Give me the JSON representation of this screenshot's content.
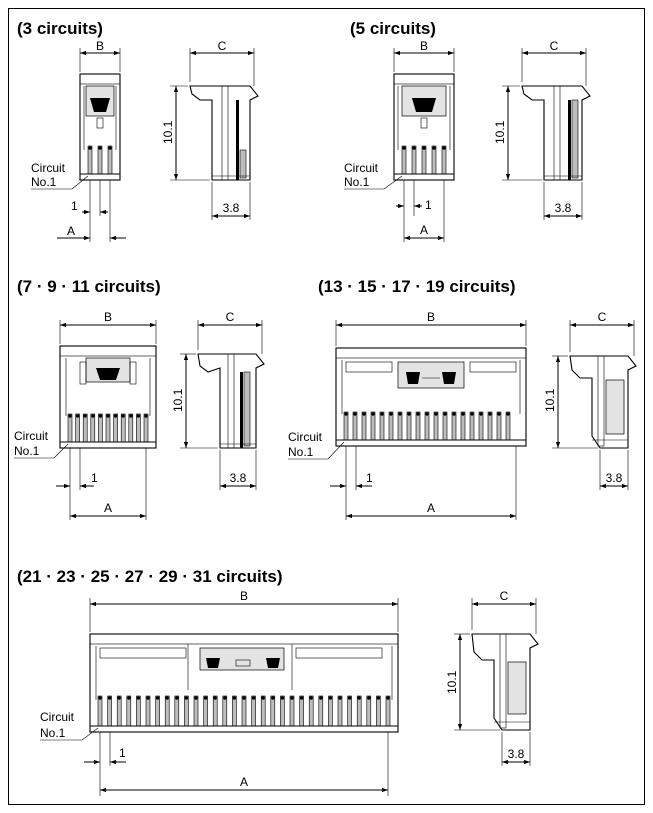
{
  "groups": [
    {
      "title": "(3 circuits)",
      "dims": {
        "a": "A",
        "b": "B",
        "c": "C",
        "height": "10.1",
        "depth": "3.8",
        "pitch": "1"
      },
      "circuit_label": [
        "Circuit",
        "No.1"
      ]
    },
    {
      "title": "(5 circuits)",
      "dims": {
        "a": "A",
        "b": "B",
        "c": "C",
        "height": "10.1",
        "depth": "3.8",
        "pitch": "1"
      },
      "circuit_label": [
        "Circuit",
        "No.1"
      ]
    },
    {
      "title": "(7 · 9 · 11 circuits)",
      "dims": {
        "a": "A",
        "b": "B",
        "c": "C",
        "height": "10.1",
        "depth": "3.8",
        "pitch": "1"
      },
      "circuit_label": [
        "Circuit",
        "No.1"
      ]
    },
    {
      "title": "(13 · 15 · 17 · 19 circuits)",
      "dims": {
        "a": "A",
        "b": "B",
        "c": "C",
        "height": "10.1",
        "depth": "3.8",
        "pitch": "1"
      },
      "circuit_label": [
        "Circuit",
        "No.1"
      ]
    },
    {
      "title": "(21 · 23 · 25 · 27 · 29 · 31 circuits)",
      "dims": {
        "a": "A",
        "b": "B",
        "c": "C",
        "height": "10.1",
        "depth": "3.8",
        "pitch": "1"
      },
      "circuit_label": [
        "Circuit",
        "No.1"
      ]
    }
  ]
}
